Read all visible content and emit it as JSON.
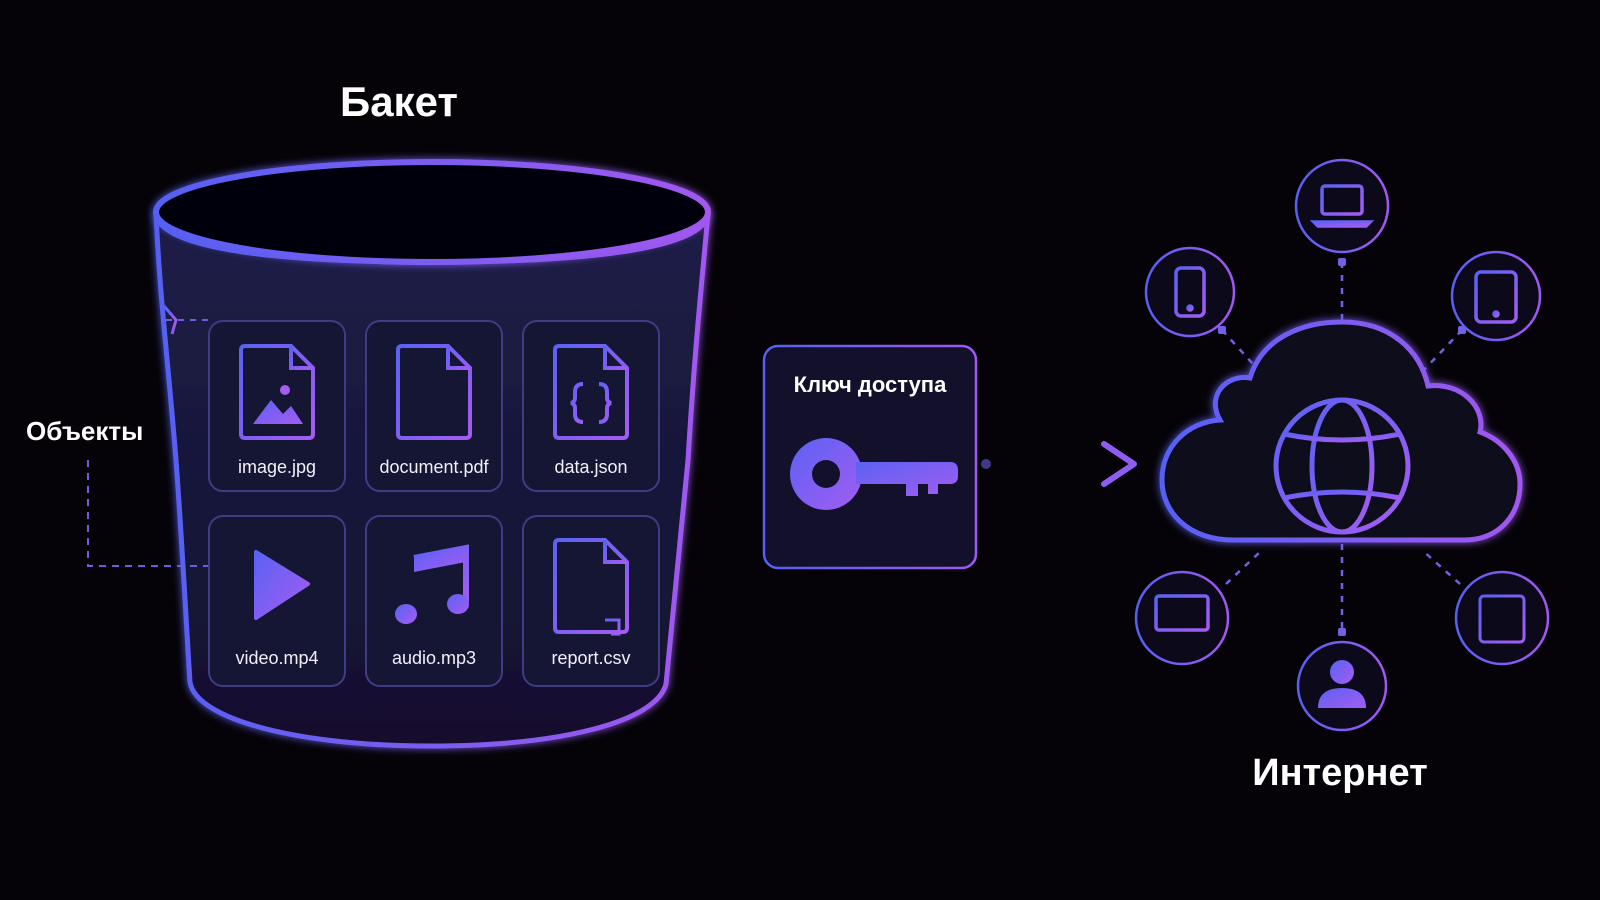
{
  "bucket": {
    "title": "Бакет",
    "objects_label": "Объекты",
    "files": [
      {
        "name": "image.jpg",
        "icon": "image-file-icon"
      },
      {
        "name": "document.pdf",
        "icon": "document-file-icon"
      },
      {
        "name": "data.json",
        "icon": "json-file-icon"
      },
      {
        "name": "video.mp4",
        "icon": "play-icon"
      },
      {
        "name": "audio.mp3",
        "icon": "music-note-icon"
      },
      {
        "name": "report.csv",
        "icon": "report-file-icon"
      }
    ]
  },
  "access_key": {
    "title": "Ключ доступа",
    "icon": "key-icon"
  },
  "internet": {
    "title": "Интернет",
    "devices": [
      "laptop-icon",
      "smartphone-icon",
      "tablet-icon",
      "desktop-monitor-icon",
      "user-icon",
      "server-icon"
    ],
    "center_icon": "globe-icon"
  },
  "colors": {
    "background": "#050308",
    "accent_blue": "#5b63f2",
    "accent_purple": "#a056f0",
    "panel": "#12102a"
  }
}
